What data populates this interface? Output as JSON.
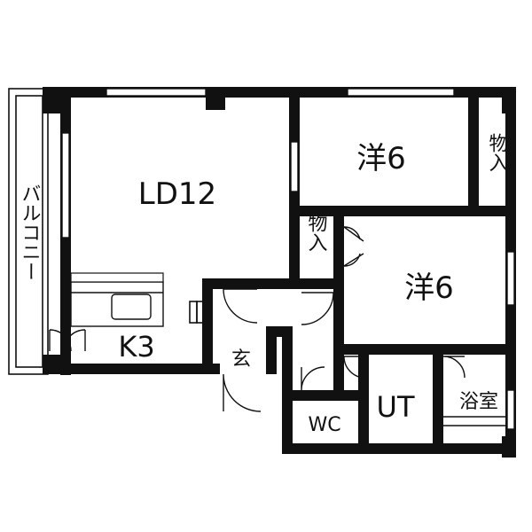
{
  "rooms": {
    "living_dining": "LD12",
    "kitchen": "K3",
    "western_room_1": "洋6",
    "western_room_2": "洋6",
    "closet_1": "物入",
    "closet_2": "物入",
    "balcony": "バルコニー",
    "entrance": "玄",
    "toilet": "WC",
    "utility": "UT",
    "bathroom": "浴室"
  },
  "colors": {
    "wall": "#111111",
    "background": "#ffffff"
  }
}
